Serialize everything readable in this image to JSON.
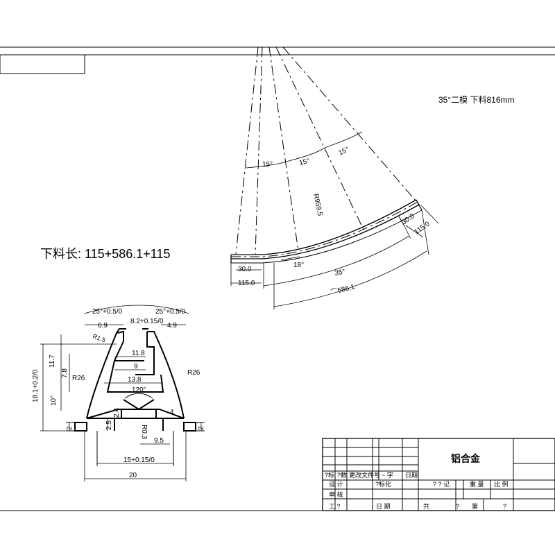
{
  "arc_view": {
    "note": "35°二模 下料816mm",
    "angle_15a": "15°",
    "angle_15b": "15°",
    "angle_15c": "15°",
    "radius": "R959.5",
    "width_right": "30.0",
    "straight_right": "115.0",
    "width_left": "30.0",
    "straight_left": "115.0",
    "small_angle": "18°",
    "angle_35": "35°",
    "arc_length": "⌒586.1"
  },
  "cut_length": "下料长: 115+586.1+115",
  "profile": {
    "angle_left": "25°+0.5/0",
    "angle_right": "25°+0.5/0",
    "dim_6_9": "6.9",
    "dim_8_2": "8.2+0.15/0",
    "dim_4_9": "4.9",
    "dim_r1_5": "R1.5",
    "dim_11_7": "11.7",
    "dim_11_8": "11.8",
    "dim_9": "9",
    "dim_7_8": "7.8",
    "dim_r26_left": "R26",
    "dim_r26_right": "R26",
    "dim_13_8": "13.8",
    "dim_18_1": "18.1+0.2/0",
    "dim_10deg": "10°",
    "dim_120": "120°",
    "dim_2_left": "2",
    "dim_2_5": "2.5",
    "dim_2_4": "2.4",
    "dim_r0_3": "R0.3",
    "dim_4": "4",
    "dim_2_right": "2",
    "dim_9_5": "9.5",
    "dim_15": "15+0.15/0",
    "dim_20": "20"
  },
  "title_block": {
    "material": "铝合金",
    "row_labels": [
      "?标",
      "?数",
      "更改文件号",
      "~ 字",
      "日期"
    ],
    "design": "设 计",
    "standardize": "?标化",
    "weight_label": "重 量",
    "scale_label": "比 例",
    "drawing_label": "? ? 记",
    "audit": "审 核",
    "process": "工 ?",
    "date_label": "日 期",
    "total_label": "共",
    "total_value": "?",
    "sheet_label": "第",
    "sheet_value": "?"
  }
}
